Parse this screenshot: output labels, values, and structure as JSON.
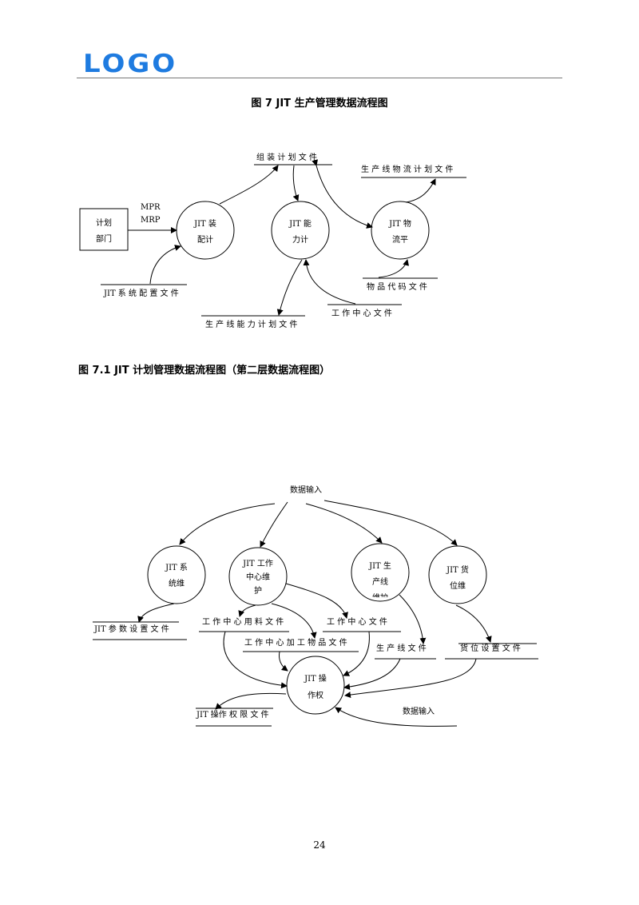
{
  "header": {
    "logo": "LOGO"
  },
  "fig7": {
    "title": "图 7 JIT 生产管理数据流程图",
    "dept_line1": "计划",
    "dept_line2": "部门",
    "flow_line1": "MPR",
    "flow_line2": "MRP",
    "p1_line1": "JIT 装",
    "p1_line2": "配计",
    "p2_line1": "JIT 能",
    "p2_line2": "力计",
    "p3_line1": "JIT 物",
    "p3_line2": "流平",
    "store_assembly": "组 装 计 划 文 件",
    "store_logistics": "生 产 线 物 流 计  划 文 件",
    "store_config": "JIT 系 统 配 置 文 件",
    "store_item_code": "物 品 代 码 文 件",
    "store_work_center": "工 作 中 心 文 件",
    "store_capacity": "生 产 线 能 力 计 划 文 件"
  },
  "fig71": {
    "title": "图 7.1 JIT 计划管理数据流程图（第二层数据流程图）",
    "input_top": "数据输入",
    "input_bottom": "数据输入",
    "p1_line1": "JIT 系",
    "p1_line2": "统维",
    "p2_line1": "JIT 工作",
    "p2_line2": "中心维",
    "p2_line3": "护",
    "p3_line1": "JIT 生",
    "p3_line2": "产线",
    "p3_line3": "维护",
    "p4_line1": "JIT 货",
    "p4_line2": "位维",
    "p5_line1": "JIT 操",
    "p5_line2": "作权",
    "store_params": "JIT 参 数 设 置 文 件",
    "store_wc_material": "工 作 中 心 用 料 文 件",
    "store_wc": "工 作 中 心 文 件",
    "store_wc_processed": "工 作 中 心 加 工 物 品 文 件",
    "store_line": "生 产 线 文 件",
    "store_location": "货 位 设 置 文 件",
    "store_permission": "JIT 操作 权 限 文 件"
  },
  "footer": {
    "page_number": "24"
  }
}
